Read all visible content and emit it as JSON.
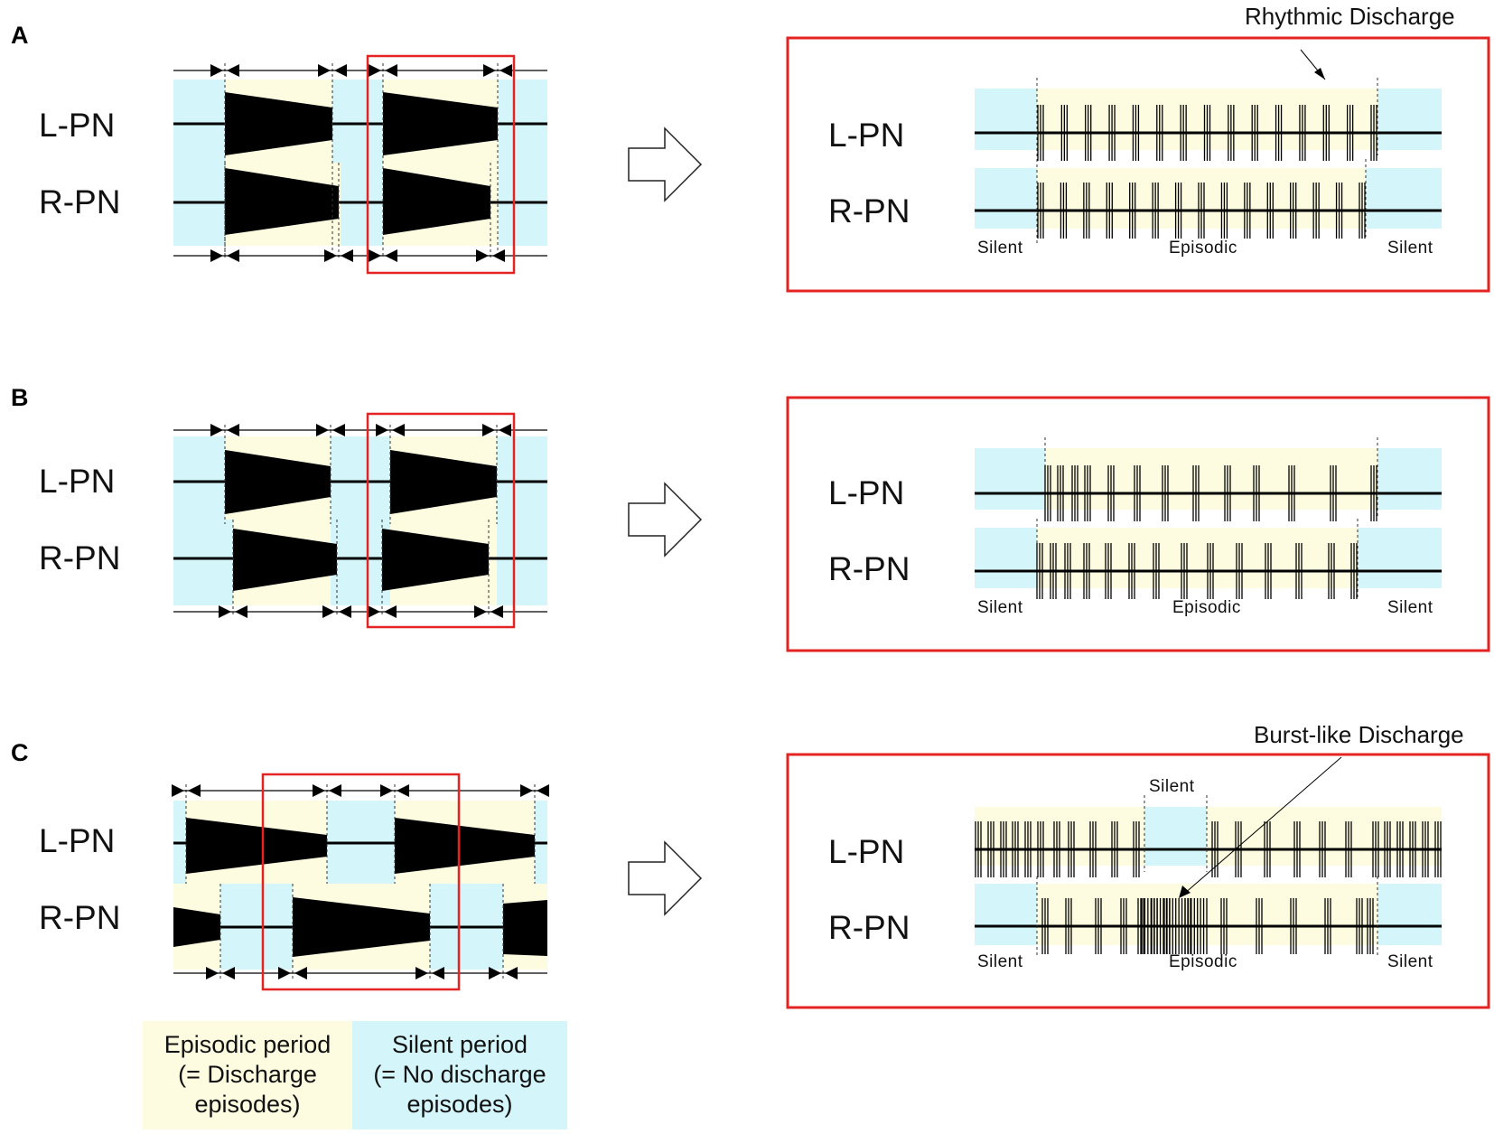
{
  "panels": [
    {
      "id": "A",
      "letter": "A",
      "left_channels": [
        "L-PN",
        "R-PN"
      ],
      "right_channels": [
        "L-PN",
        "R-PN"
      ],
      "segments": [
        "Silent",
        "Episodic",
        "Silent"
      ],
      "annotation": "Rhythmic Discharge"
    },
    {
      "id": "B",
      "letter": "B",
      "left_channels": [
        "L-PN",
        "R-PN"
      ],
      "right_channels": [
        "L-PN",
        "R-PN"
      ],
      "segments": [
        "Silent",
        "Episodic",
        "Silent"
      ],
      "annotation": ""
    },
    {
      "id": "C",
      "letter": "C",
      "left_channels": [
        "L-PN",
        "R-PN"
      ],
      "right_channels": [
        "L-PN",
        "R-PN"
      ],
      "segments": [
        "Silent",
        "Episodic",
        "Silent"
      ],
      "inner_silent": "Silent",
      "annotation": "Burst-like Discharge"
    }
  ],
  "legend": {
    "episodic": {
      "line1": "Episodic period",
      "line2": "(= Discharge",
      "line3": "episodes)",
      "color": "#fdfce0"
    },
    "silent": {
      "line1": "Silent period",
      "line2": "(= No discharge",
      "line3": "episodes)",
      "color": "#d4f6fa"
    }
  },
  "colors": {
    "episodic": "#fdfce0",
    "silent": "#d4f6fa",
    "highlight_box": "#e32422",
    "trace": "#000000"
  }
}
